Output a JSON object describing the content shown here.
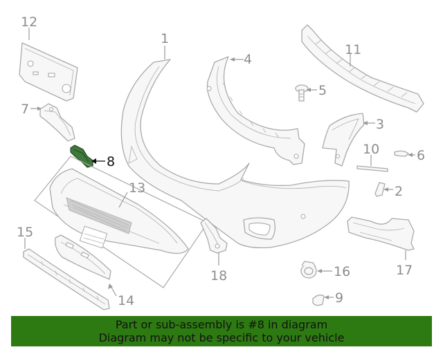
{
  "diagram": {
    "callouts": {
      "c1": "1",
      "c2": "2",
      "c3": "3",
      "c4": "4",
      "c5": "5",
      "c6": "6",
      "c7": "7",
      "c8": "8",
      "c9": "9",
      "c10": "10",
      "c11": "11",
      "c12": "12",
      "c13": "13",
      "c14": "14",
      "c15": "15",
      "c16": "16",
      "c17": "17",
      "c18": "18"
    },
    "highlighted_part": "8",
    "colors": {
      "highlight": "#3f7a3a",
      "banner": "#2e7a12",
      "line": "#a9a9a9"
    }
  },
  "banner": {
    "line1": "Part or sub-assembly is #8 in diagram",
    "line2": "Diagram may not be specific to your vehicle"
  }
}
